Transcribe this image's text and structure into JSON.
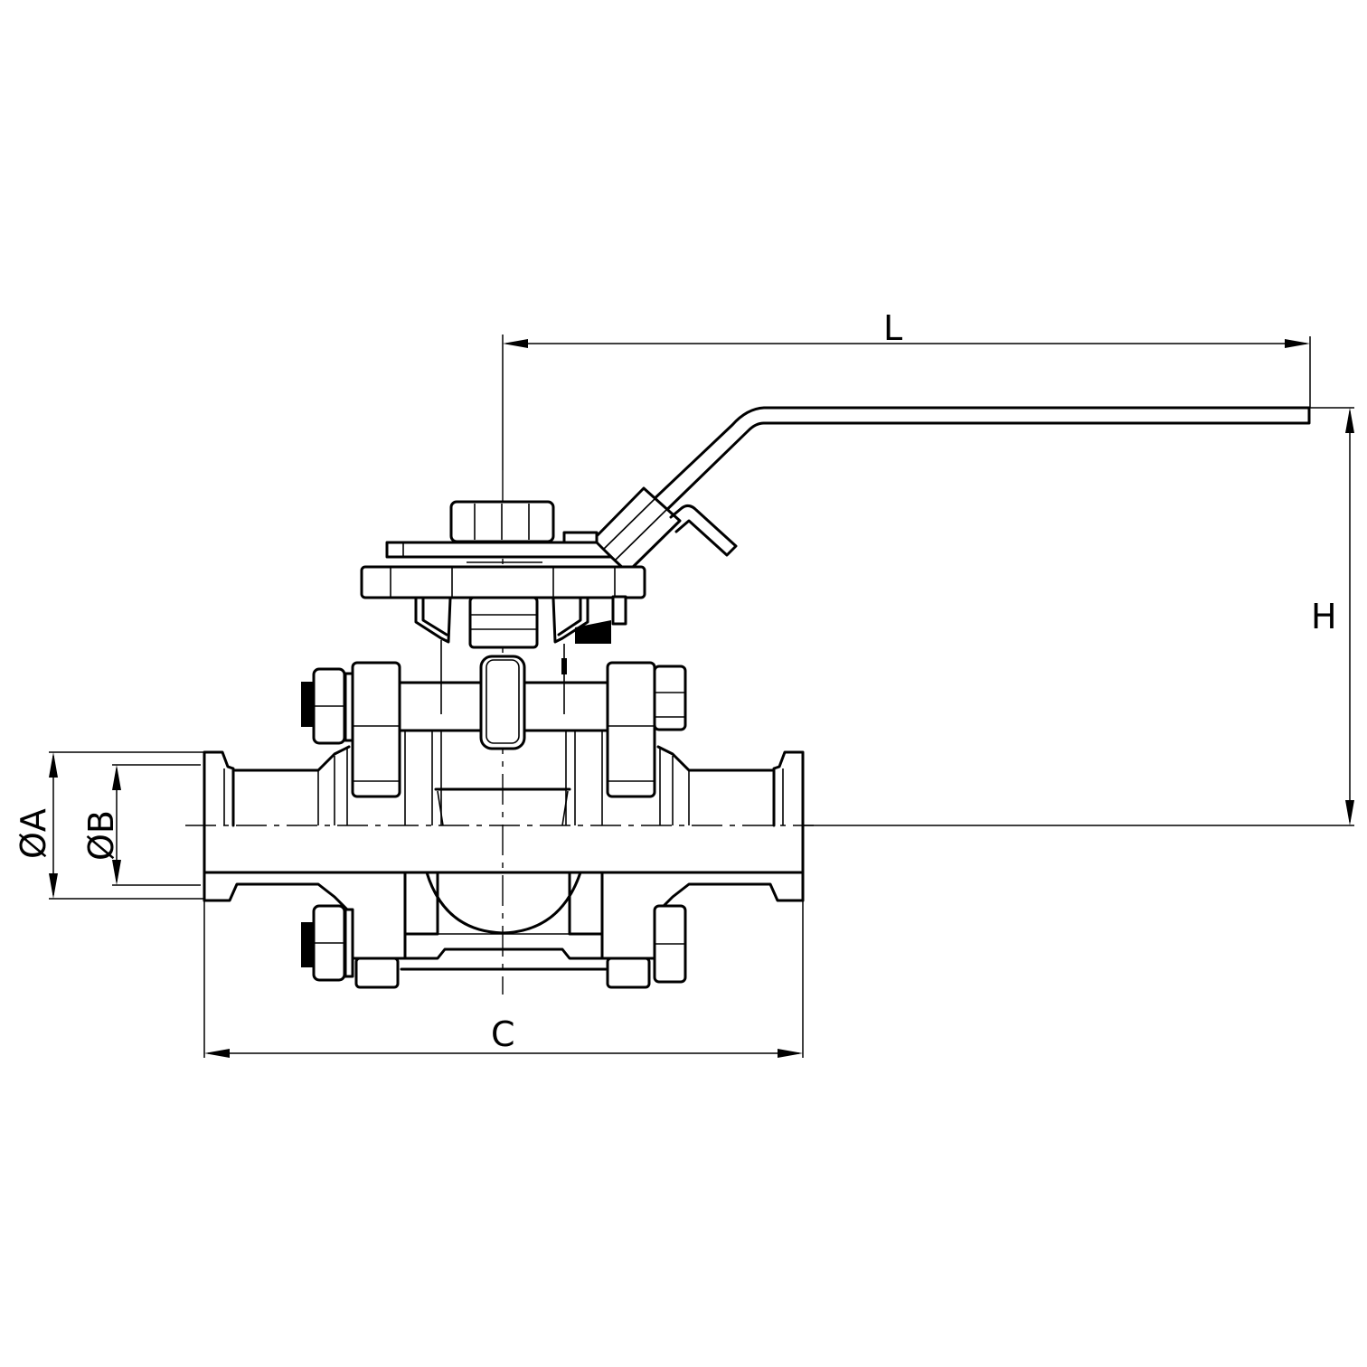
{
  "drawing": {
    "type": "Technical drawing - 3-piece ball valve with clamp ends and lever handle (side elevation with half section)",
    "background": "#ffffff",
    "line_color": "#000000"
  },
  "dimensions": {
    "L": {
      "label": "L",
      "meaning": "handle length from stem axis"
    },
    "H": {
      "label": "H",
      "meaning": "height from pipe axis to top of handle"
    },
    "C": {
      "label": "C",
      "meaning": "overall face-to-face length"
    },
    "A": {
      "label": "ØA",
      "meaning": "clamp ferrule outer diameter"
    },
    "B": {
      "label": "ØB",
      "meaning": "bore inner diameter"
    }
  },
  "components": [
    "lever-handle",
    "stem-nut",
    "locking-plate",
    "mounting-pad",
    "stem",
    "body-bolts",
    "body-nuts",
    "end-caps",
    "clamp-ferrules",
    "ball",
    "seats"
  ]
}
